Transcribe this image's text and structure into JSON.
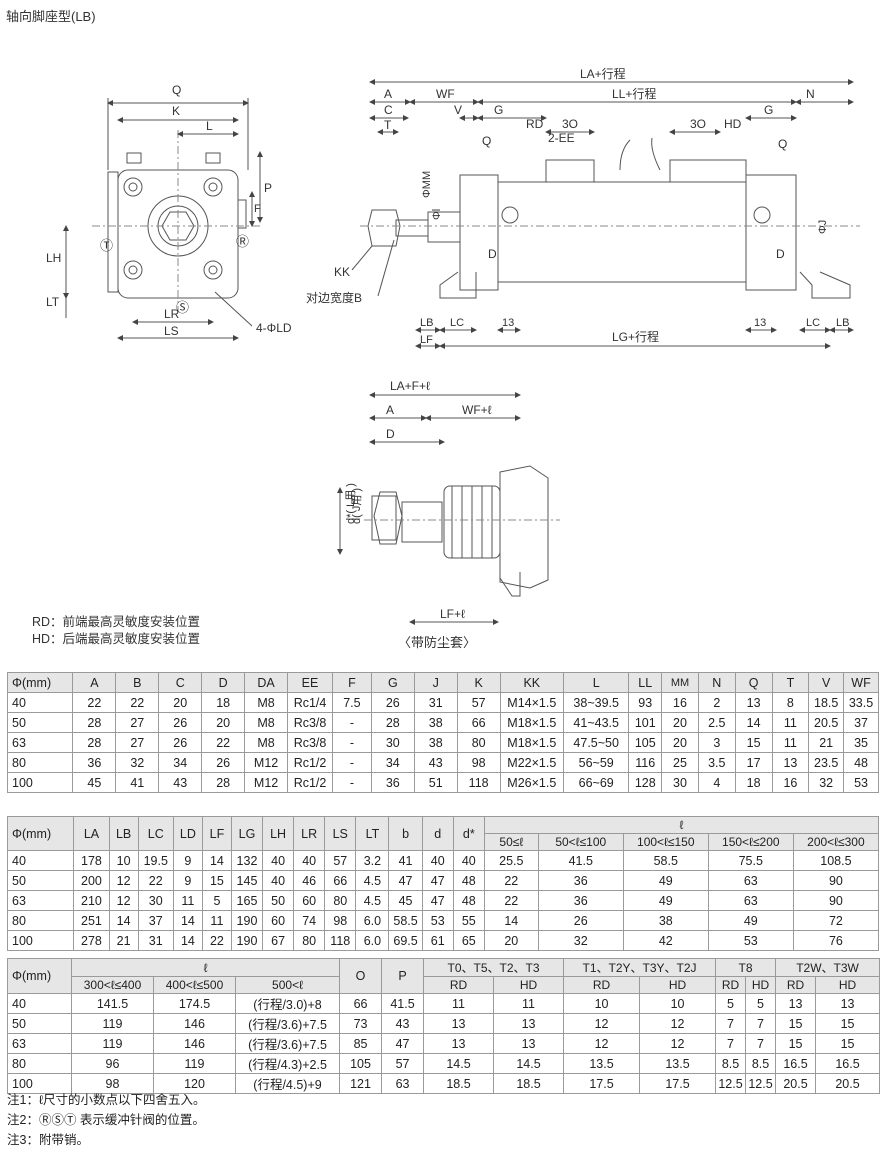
{
  "page": {
    "title": "轴向脚座型(LB)",
    "rd_note": "RD：前端最高灵敏度安装位置",
    "hd_note": "HD：后端最高灵敏度安装位置",
    "dust_caption": "〈带防尘套〉"
  },
  "drawing_labels": {
    "front": [
      "Q",
      "K",
      "L",
      "P",
      "F",
      "LH",
      "LT",
      "LR",
      "LS",
      "4-ΦLD",
      "Ⓣ",
      "Ⓡ",
      "Ⓢ"
    ],
    "side": [
      "A",
      "C",
      "T",
      "WF",
      "V",
      "G",
      "RD",
      "3O",
      "2-EE",
      "Q",
      "LL+行程",
      "LA+行程",
      "3O",
      "HD",
      "G",
      "N",
      "Q",
      "ΦMM",
      "Φl",
      "ΦJ",
      "D",
      "D",
      "KK",
      "对边宽度B",
      "LB",
      "LC",
      "LF",
      "13",
      "LG+行程",
      "13",
      "LC",
      "LB"
    ],
    "boot": [
      "LA+F+ℓ",
      "A",
      "D",
      "WF+ℓ",
      "d*( L用 )",
      "d( J用 )",
      "LF+ℓ"
    ]
  },
  "table1": {
    "headers": [
      "Φ(mm)",
      "A",
      "B",
      "C",
      "D",
      "DA",
      "EE",
      "F",
      "G",
      "J",
      "K",
      "KK",
      "L",
      "LL",
      "MM",
      "N",
      "Q",
      "T",
      "V",
      "WF"
    ],
    "rows": [
      [
        "40",
        "22",
        "22",
        "20",
        "18",
        "M8",
        "Rc1/4",
        "7.5",
        "26",
        "31",
        "57",
        "M14×1.5",
        "38~39.5",
        "93",
        "16",
        "2",
        "13",
        "8",
        "18.5",
        "33.5"
      ],
      [
        "50",
        "28",
        "27",
        "26",
        "20",
        "M8",
        "Rc3/8",
        "-",
        "28",
        "38",
        "66",
        "M18×1.5",
        "41~43.5",
        "101",
        "20",
        "2.5",
        "14",
        "11",
        "20.5",
        "37"
      ],
      [
        "63",
        "28",
        "27",
        "26",
        "22",
        "M8",
        "Rc3/8",
        "-",
        "30",
        "38",
        "80",
        "M18×1.5",
        "47.5~50",
        "105",
        "20",
        "3",
        "15",
        "11",
        "21",
        "35"
      ],
      [
        "80",
        "36",
        "32",
        "34",
        "26",
        "M12",
        "Rc1/2",
        "-",
        "34",
        "43",
        "98",
        "M22×1.5",
        "56~59",
        "116",
        "25",
        "3.5",
        "17",
        "13",
        "23.5",
        "48"
      ],
      [
        "100",
        "45",
        "41",
        "43",
        "28",
        "M12",
        "Rc1/2",
        "-",
        "36",
        "51",
        "118",
        "M26×1.5",
        "66~69",
        "128",
        "30",
        "4",
        "18",
        "16",
        "32",
        "53"
      ]
    ]
  },
  "table2": {
    "headers": [
      "Φ(mm)",
      "LA",
      "LB",
      "LC",
      "LD",
      "LF",
      "LG",
      "LH",
      "LR",
      "LS",
      "LT",
      "b",
      "d",
      "d*"
    ],
    "ell_header": "ℓ",
    "ell_sub": [
      "50≤ℓ",
      "50<ℓ≤100",
      "100<ℓ≤150",
      "150<ℓ≤200",
      "200<ℓ≤300"
    ],
    "rows": [
      [
        "40",
        "178",
        "10",
        "19.5",
        "9",
        "14",
        "132",
        "40",
        "40",
        "57",
        "3.2",
        "41",
        "40",
        "40",
        "25.5",
        "41.5",
        "58.5",
        "75.5",
        "108.5"
      ],
      [
        "50",
        "200",
        "12",
        "22",
        "9",
        "15",
        "145",
        "40",
        "46",
        "66",
        "4.5",
        "47",
        "47",
        "48",
        "22",
        "36",
        "49",
        "63",
        "90"
      ],
      [
        "63",
        "210",
        "12",
        "30",
        "11",
        "5",
        "165",
        "50",
        "60",
        "80",
        "4.5",
        "45",
        "47",
        "48",
        "22",
        "36",
        "49",
        "63",
        "90"
      ],
      [
        "80",
        "251",
        "14",
        "37",
        "14",
        "11",
        "190",
        "60",
        "74",
        "98",
        "6.0",
        "58.5",
        "53",
        "55",
        "14",
        "26",
        "38",
        "49",
        "72"
      ],
      [
        "100",
        "278",
        "21",
        "31",
        "14",
        "22",
        "190",
        "67",
        "80",
        "118",
        "6.0",
        "69.5",
        "61",
        "65",
        "20",
        "32",
        "42",
        "53",
        "76"
      ]
    ]
  },
  "table3": {
    "first": "Φ(mm)",
    "ell_header": "ℓ",
    "ell_sub": [
      "300<ℓ≤400",
      "400<ℓ≤500",
      "500<ℓ"
    ],
    "o": "O",
    "p": "P",
    "groups": [
      "T0、T5、T2、T3",
      "T1、T2Y、T3Y、T2J",
      "T8",
      "T2W、T3W"
    ],
    "sub": [
      "RD",
      "HD",
      "RD",
      "HD",
      "RD",
      "HD",
      "RD",
      "HD"
    ],
    "rows": [
      [
        "40",
        "141.5",
        "174.5",
        "(行程/3.0)+8",
        "66",
        "41.5",
        "11",
        "11",
        "10",
        "10",
        "5",
        "5",
        "13",
        "13"
      ],
      [
        "50",
        "119",
        "146",
        "(行程/3.6)+7.5",
        "73",
        "43",
        "13",
        "13",
        "12",
        "12",
        "7",
        "7",
        "15",
        "15"
      ],
      [
        "63",
        "119",
        "146",
        "(行程/3.6)+7.5",
        "85",
        "47",
        "13",
        "13",
        "12",
        "12",
        "7",
        "7",
        "15",
        "15"
      ],
      [
        "80",
        "96",
        "119",
        "(行程/4.3)+2.5",
        "105",
        "57",
        "14.5",
        "14.5",
        "13.5",
        "13.5",
        "8.5",
        "8.5",
        "16.5",
        "16.5"
      ],
      [
        "100",
        "98",
        "120",
        "(行程/4.5)+9",
        "121",
        "63",
        "18.5",
        "18.5",
        "17.5",
        "17.5",
        "12.5",
        "12.5",
        "20.5",
        "20.5"
      ]
    ]
  },
  "notes": [
    "注1：ℓ尺寸的小数点以下四舍五入。",
    "注2：ⓇⓈⓉ 表示缓冲针阀的位置。",
    "注3：附带销。"
  ]
}
